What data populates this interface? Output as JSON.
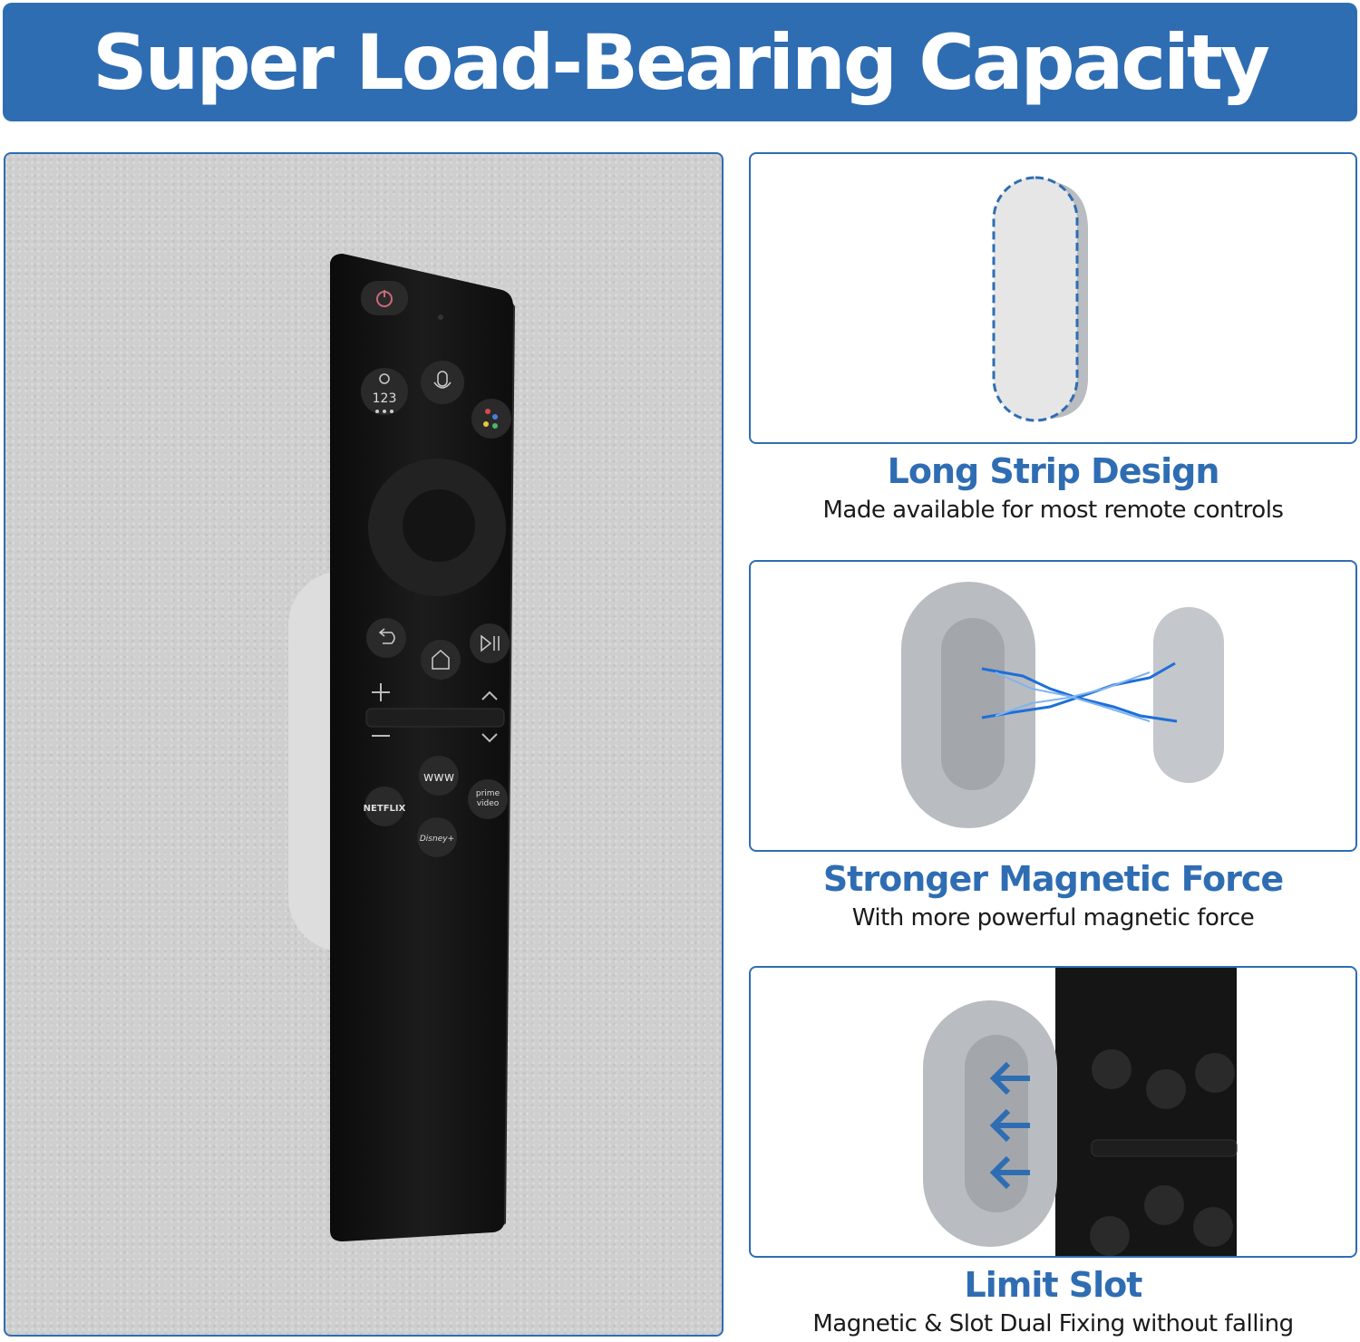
{
  "banner": {
    "title": "Super Load-Bearing Capacity"
  },
  "remote": {
    "settings_key": "123",
    "www_key": "www",
    "netflix_key": "NETFLIX",
    "prime_key_line1": "prime",
    "prime_key_line2": "video",
    "disney_key": "Disney+"
  },
  "features": [
    {
      "title": "Long Strip Design",
      "description": "Made available for most remote controls"
    },
    {
      "title": "Stronger Magnetic Force",
      "description": "With more powerful magnetic force"
    },
    {
      "title": "Limit Slot",
      "description": "Magnetic & Slot Dual Fixing without falling"
    }
  ],
  "colors": {
    "accent": "#2f6db3",
    "wall": "#cfcfcf",
    "holder": "#b9bcc0",
    "remote": "#151515"
  },
  "icons": [
    "power-icon",
    "settings-icon",
    "microphone-icon",
    "assistant-dots-icon",
    "back-icon",
    "home-icon",
    "play-pause-icon",
    "plus-icon",
    "minus-icon",
    "chevron-up-icon",
    "chevron-down-icon",
    "lightning-icon",
    "arrow-left-icon"
  ]
}
